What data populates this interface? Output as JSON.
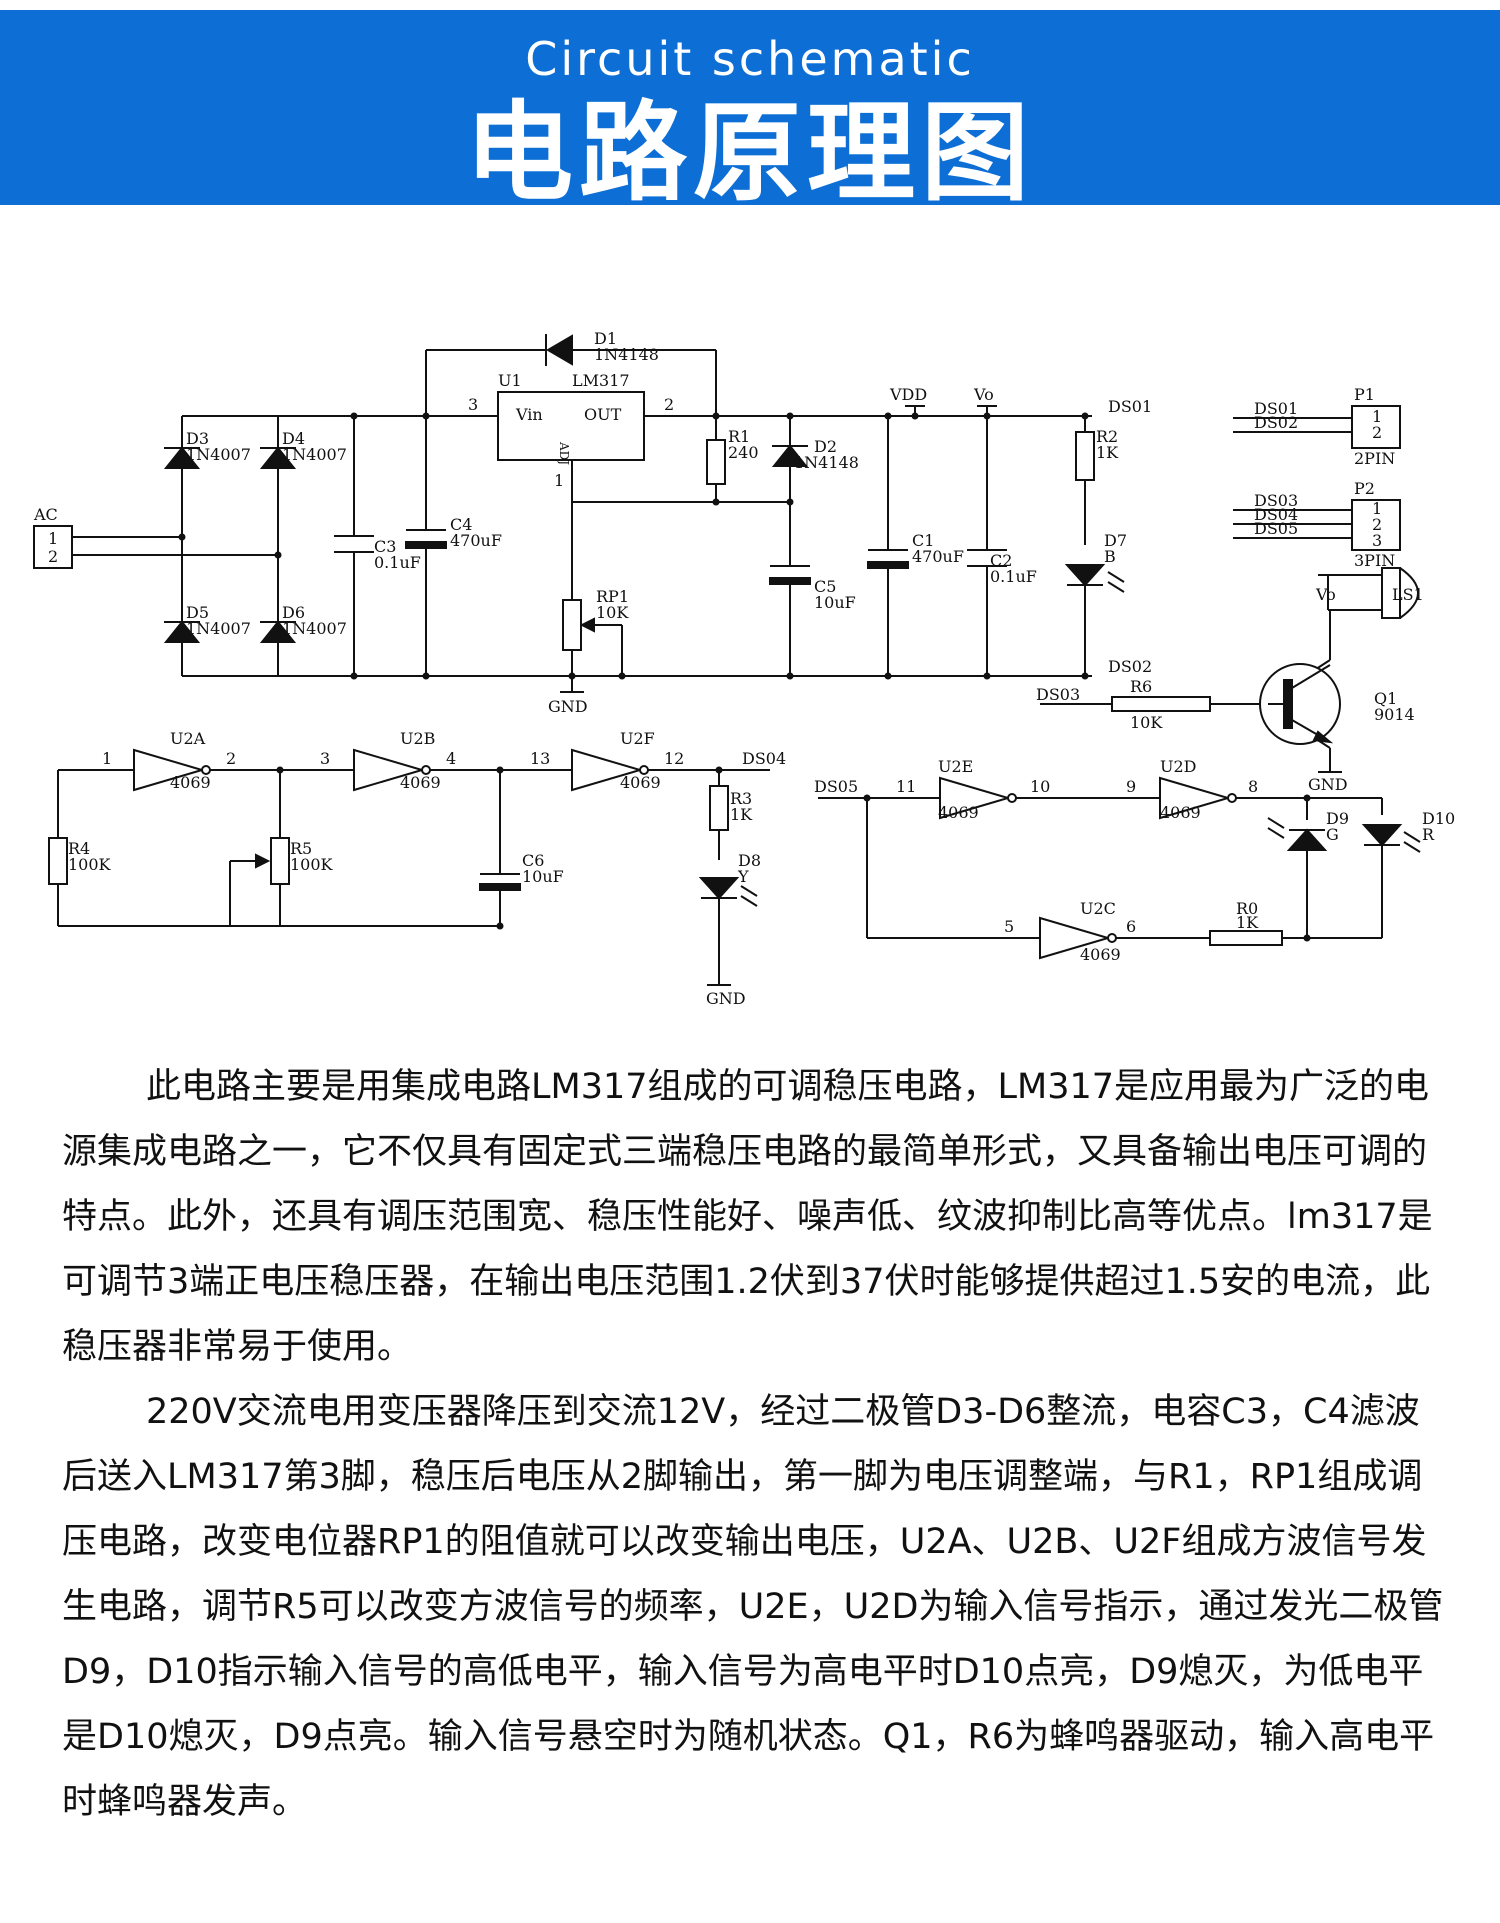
{
  "header": {
    "title_en": "Circuit schematic",
    "title_cn": "电路原理图"
  },
  "schematic": {
    "labels": {
      "ac": "AC",
      "ac_pin1": "1",
      "ac_pin2": "2",
      "d1": "D1",
      "d1_part": "1N4148",
      "u1": "U1",
      "u1_part": "LM317",
      "u1_vin": "Vin",
      "u1_out": "OUT",
      "u1_adj": "ADJ",
      "u1_pin3": "3",
      "u1_pin2": "2",
      "u1_pin1": "1",
      "d3": "D3",
      "d3_part": "1N4007",
      "d4": "D4",
      "d4_part": "1N4007",
      "d5": "D5",
      "d5_part": "1N4007",
      "d6": "D6",
      "d6_part": "1N4007",
      "c3": "C3",
      "c3_val": "0.1uF",
      "c4": "C4",
      "c4_val": "470uF",
      "r1": "R1",
      "r1_val": "240",
      "d2": "D2",
      "d2_part": "1N4148",
      "rp1": "RP1",
      "rp1_val": "10K",
      "c5": "C5",
      "c5_val": "10uF",
      "gnd1": "GND",
      "vdd": "VDD",
      "vo1": "Vo",
      "c1": "C1",
      "c1_val": "470uF",
      "c2": "C2",
      "c2_val": "0.1uF",
      "ds01a": "DS01",
      "ds02a": "DS02",
      "r2": "R2",
      "r2_val": "1K",
      "d7": "D7",
      "d7_col": "B",
      "p1": "P1",
      "p1_pin1": "1",
      "p1_pin2": "2",
      "p1_type": "2PIN",
      "p1_ds01": "DS01",
      "p1_ds02": "DS02",
      "p2": "P2",
      "p2_pin1": "1",
      "p2_pin2": "2",
      "p2_pin3": "3",
      "p2_type": "3PIN",
      "p2_ds03": "DS03",
      "p2_ds04": "DS04",
      "p2_ds05": "DS05",
      "vo2": "Vo",
      "ls1": "LS1",
      "ds03": "DS03",
      "r6": "R6",
      "r6_val": "10K",
      "q1": "Q1",
      "q1_part": "9014",
      "gnd2": "GND",
      "u2a": "U2A",
      "u2a_part": "4069",
      "u2a_in": "1",
      "u2a_out": "2",
      "u2b": "U2B",
      "u2b_part": "4069",
      "u2b_in": "3",
      "u2b_out": "4",
      "u2f": "U2F",
      "u2f_part": "4069",
      "u2f_in": "13",
      "u2f_out": "12",
      "ds04": "DS04",
      "r4": "R4",
      "r4_val": "100K",
      "r5": "R5",
      "r5_val": "100K",
      "c6": "C6",
      "c6_val": "10uF",
      "r3": "R3",
      "r3_val": "1K",
      "d8": "D8",
      "d8_col": "Y",
      "gnd3": "GND",
      "ds05": "DS05",
      "u2e": "U2E",
      "u2e_part": "4069",
      "u2e_in": "11",
      "u2e_out": "10",
      "u2d": "U2D",
      "u2d_part": "4069",
      "u2d_in": "9",
      "u2d_out": "8",
      "u2c": "U2C",
      "u2c_part": "4069",
      "u2c_in": "5",
      "u2c_out": "6",
      "r0": "R0",
      "r0_val": "1K",
      "d9": "D9",
      "d9_col": "G",
      "d10": "D10",
      "d10_col": "R"
    }
  },
  "description": {
    "paragraphs": [
      "此电路主要是用集成电路LM317组成的可调稳压电路，LM317是应用最为广泛的电源集成电路之一，它不仅具有固定式三端稳压电路的最简单形式，又具备输出电压可调的特点。此外，还具有调压范围宽、稳压性能好、噪声低、纹波抑制比高等优点。lm317是可调节3端正电压稳压器，在输出电压范围1.2伏到37伏时能够提供超过1.5安的电流，此稳压器非常易于使用。",
      "220V交流电用变压器降压到交流12V，经过二极管D3-D6整流，电容C3，C4滤波后送入LM317第3脚，稳压后电压从2脚输出，第一脚为电压调整端，与R1，RP1组成调压电路，改变电位器RP1的阻值就可以改变输出电压，U2A、U2B、U2F组成方波信号发生电路，调节R5可以改变方波信号的频率，U2E，U2D为输入信号指示，通过发光二极管D9，D10指示输入信号的高低电平，输入信号为高电平时D10点亮，D9熄灭，为低电平是D10熄灭，D9点亮。输入信号悬空时为随机状态。Q1，R6为蜂鸣器驱动，输入高电平时蜂鸣器发声。"
    ]
  }
}
